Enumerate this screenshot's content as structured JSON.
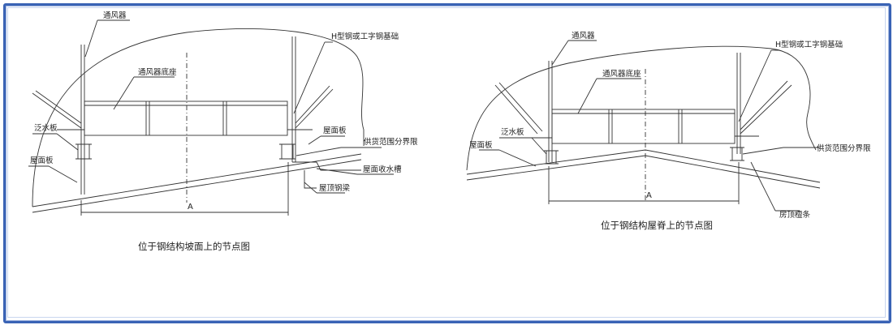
{
  "left_diagram": {
    "labels": {
      "ventilator": "通风器",
      "ventilator_base": "通风器底座",
      "h_steel_base": "H型钢或工字钢基础",
      "flashing": "泛水板",
      "roof_panel_left": "屋面板",
      "roof_panel_right": "屋面板",
      "supply_boundary": "供货范围分界限",
      "gutter": "屋面收水槽",
      "purlin": "屋顶钢梁"
    },
    "dimension": "A",
    "caption": "位于钢结构坡面上的节点图"
  },
  "right_diagram": {
    "labels": {
      "ventilator": "通风器",
      "ventilator_base": "通风器底座",
      "h_steel_base": "H型钢或工字钢基础",
      "flashing": "泛水板",
      "roof_panel": "屋面板",
      "supply_boundary": "供货范围分界限",
      "purlin": "房顶檀条"
    },
    "dimension": "A",
    "caption": "位于钢结构屋脊上的节点图"
  },
  "colors": {
    "frame": "#3a63b5",
    "line": "#333333"
  }
}
